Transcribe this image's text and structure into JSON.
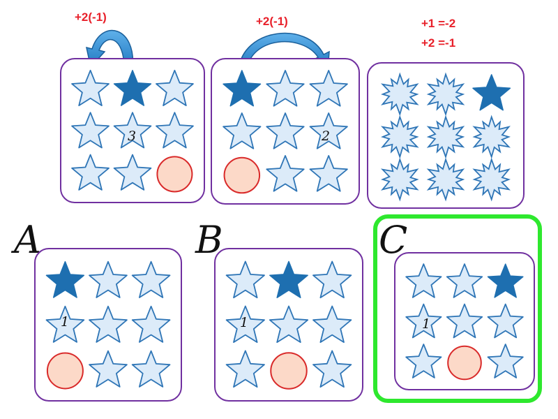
{
  "puzzle": {
    "rules": {
      "move_a": "+2(-1)",
      "move_b": "+2(-1)",
      "rule_line1": "+1 =-2",
      "rule_line2": "+2 =-1"
    },
    "options": [
      {
        "label": "A",
        "selected": false
      },
      {
        "label": "B",
        "selected": false
      },
      {
        "label": "C",
        "selected": true
      }
    ],
    "panels": [
      {
        "id": "p1",
        "cells": [
          "star",
          "star-dark",
          "star",
          "star",
          "star-3",
          "star",
          "star",
          "star",
          "circle"
        ]
      },
      {
        "id": "p2",
        "cells": [
          "star-dark",
          "star",
          "star",
          "star",
          "star",
          "star-2",
          "circle",
          "star",
          "star"
        ]
      },
      {
        "id": "p3",
        "cells": [
          "burst",
          "burst",
          "star-dark",
          "burst",
          "burst",
          "burst",
          "burst",
          "burst",
          "burst"
        ]
      },
      {
        "id": "A",
        "cells": [
          "star-dark",
          "star",
          "star",
          "star-1",
          "star",
          "star",
          "circle",
          "star",
          "star"
        ]
      },
      {
        "id": "B",
        "cells": [
          "star",
          "star-dark",
          "star",
          "star-1",
          "star",
          "star",
          "star",
          "circle",
          "star"
        ]
      },
      {
        "id": "C",
        "cells": [
          "star",
          "star",
          "star-dark",
          "star-1",
          "star",
          "star",
          "star",
          "circle",
          "star"
        ]
      }
    ],
    "digits": {
      "three": "3",
      "two": "2",
      "one": "1"
    },
    "colors": {
      "panel_border": "#7030a0",
      "star_fill": "#dcebf9",
      "star_stroke": "#2e75b6",
      "star_dark": "#1e6fb0",
      "circle_fill": "#fcd9c8",
      "circle_stroke": "#d92a2a",
      "selection": "#2ee82e",
      "rule_text": "#e8202a",
      "arrow": "#2e8fd4"
    }
  }
}
